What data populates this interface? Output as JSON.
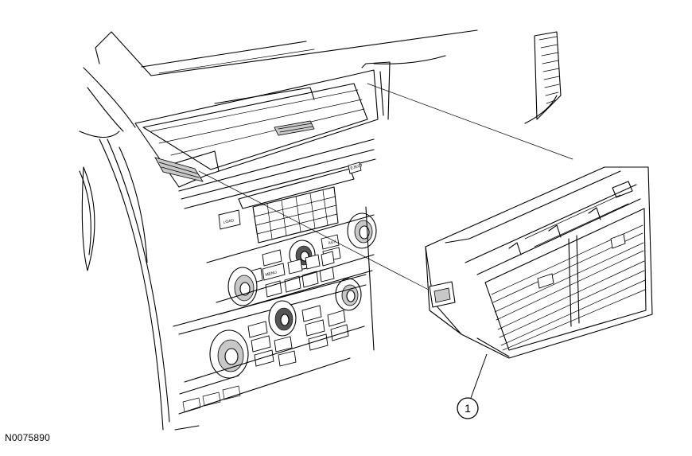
{
  "figure": {
    "id": "N0075890",
    "callouts": [
      {
        "number": "1",
        "refers_to": "center-register-vent-assembly"
      }
    ],
    "button_labels": {
      "load": "LOAD",
      "eject": "EJECT",
      "menu": "MENU",
      "aux": "AUX"
    }
  }
}
